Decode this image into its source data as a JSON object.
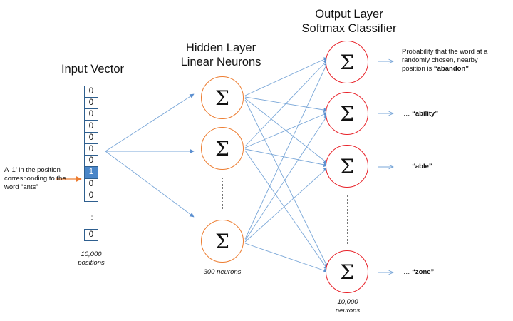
{
  "titles": {
    "input": "Input Vector",
    "hidden_line1": "Hidden Layer",
    "hidden_line2": "Linear Neurons",
    "output_line1": "Output Layer",
    "output_line2": "Softmax Classifier"
  },
  "input_vector": {
    "top_cells": [
      "0",
      "0",
      "0",
      "0",
      "0",
      "0",
      "0",
      "1",
      "0",
      "0"
    ],
    "hot_index": 7,
    "ellipsis": ":",
    "last_cell": "0",
    "caption_line1": "10,000",
    "caption_line2": "positions"
  },
  "input_note": {
    "line1": "A ‘1’ in the position",
    "line2": "corresponding to the",
    "line3": "word “ants”"
  },
  "neuron_symbol": "Σ",
  "hidden": {
    "caption": "300 neurons"
  },
  "output": {
    "caption_line1": "10,000",
    "caption_line2": "neurons",
    "label_first_line1": "Probability that the word at a",
    "label_first_line2": "randomly chosen, nearby",
    "label_first_line3_prefix": "position is ",
    "label_first_word": "“abandon”",
    "labels": [
      {
        "prefix": "… ",
        "word": "“ability”"
      },
      {
        "prefix": "… ",
        "word": "“able”"
      },
      {
        "prefix": "… ",
        "word": "“zone”"
      }
    ]
  },
  "colors": {
    "arrow": "#7aa7d8",
    "input_arrow": "#ed7d31",
    "hidden_border": "#ed7d31",
    "output_border": "#e8232a",
    "vector_border": "#2e5f8f",
    "hot_cell": "#4a86c8"
  }
}
